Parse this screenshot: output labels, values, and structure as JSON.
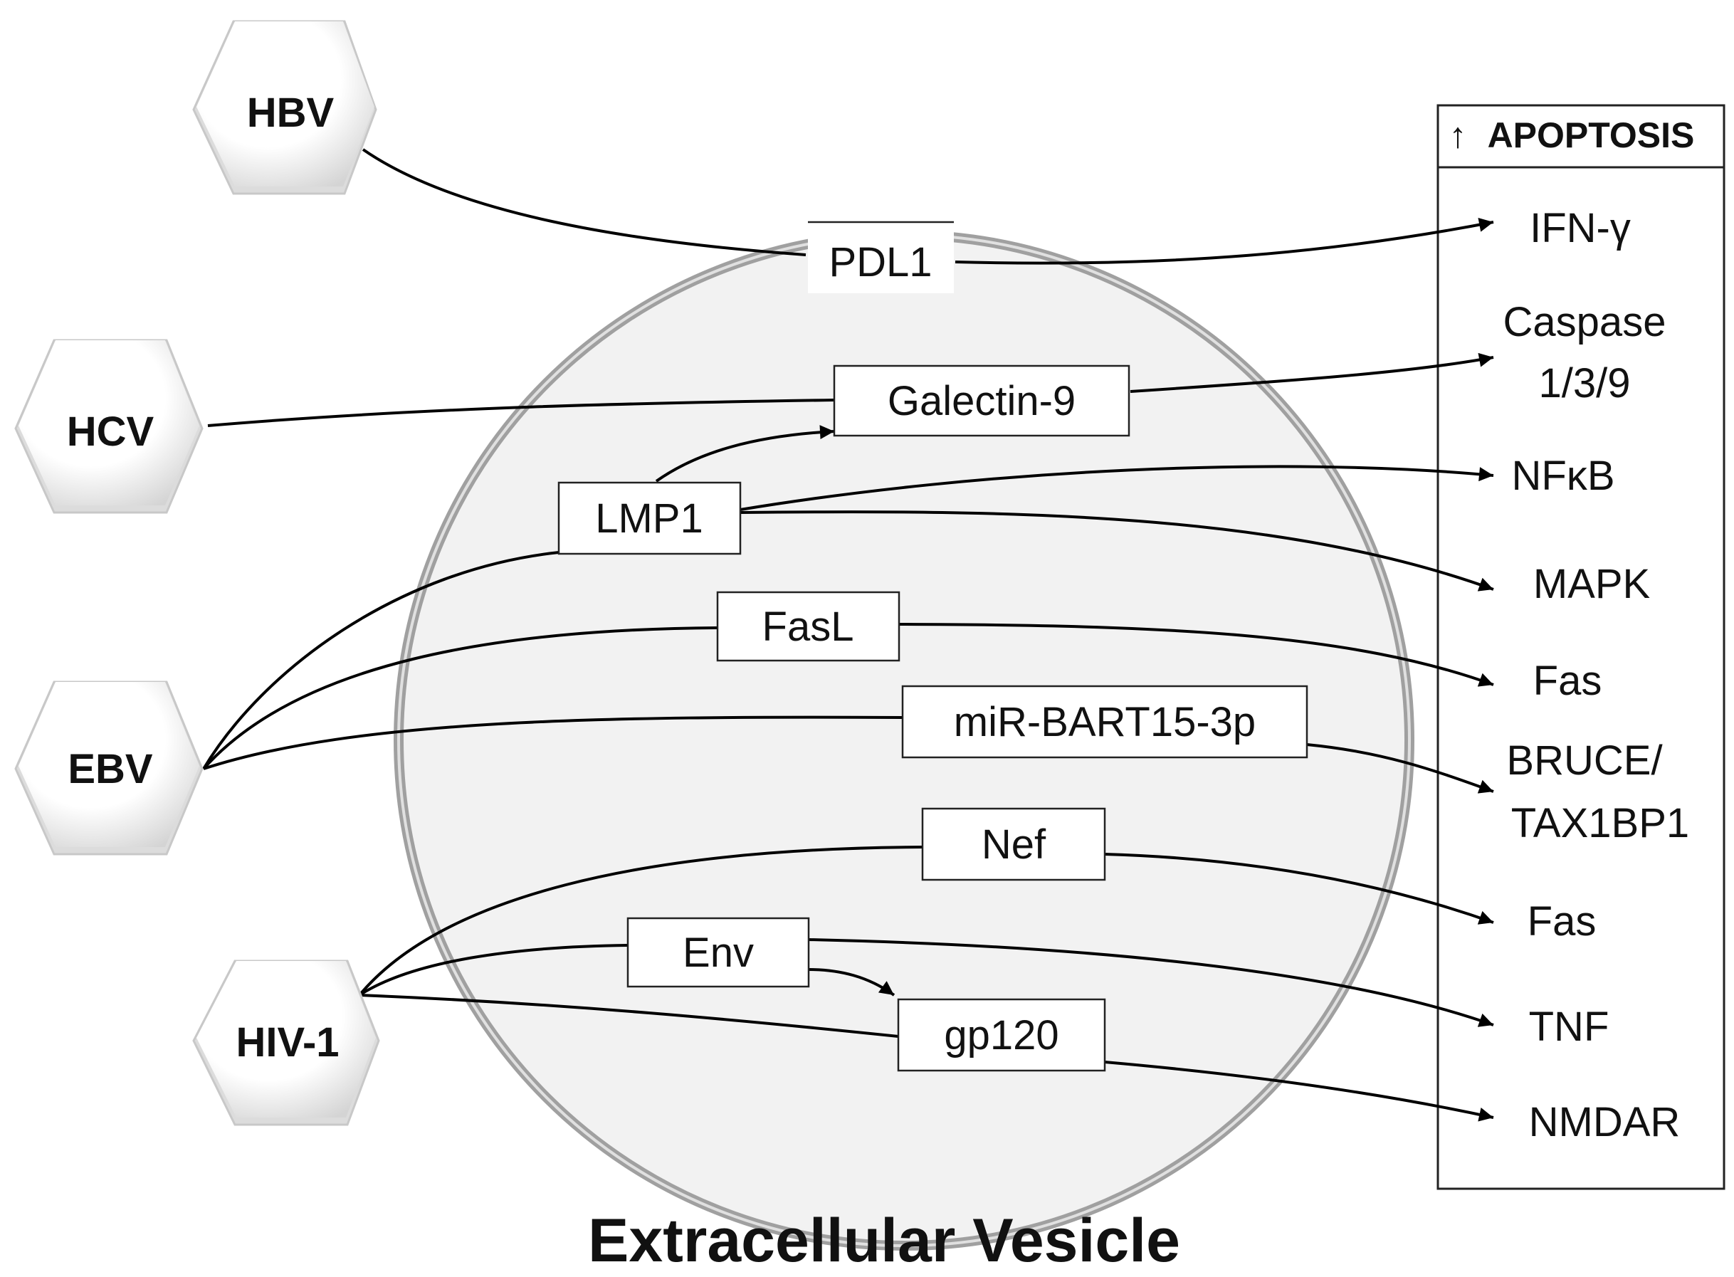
{
  "diagram": {
    "title": "Extracellular Vesicle",
    "panel_header": "APOPTOSIS",
    "panel_header_arrow": "↑",
    "viruses": {
      "hbv": "HBV",
      "hcv": "HCV",
      "ebv": "EBV",
      "hiv": "HIV-1"
    },
    "molecules": {
      "pdl1": "PDL1",
      "galectin9": "Galectin-9",
      "lmp1": "LMP1",
      "fasl": "FasL",
      "mirbart": "miR-BART15-3p",
      "nef": "Nef",
      "env": "Env",
      "gp120": "gp120"
    },
    "targets": {
      "ifng": "IFN-γ",
      "caspase_line1": "Caspase",
      "caspase_line2": "1/3/9",
      "nfkb": "NFκB",
      "mapk": "MAPK",
      "fas_ebv": "Fas",
      "bruce_line1": "BRUCE/",
      "bruce_line2": "TAX1BP1",
      "fas_hiv": "Fas",
      "tnf": "TNF",
      "nmdar": "NMDAR"
    },
    "colors": {
      "vesicle_fill": "#f2f2f2",
      "vesicle_border": "#a8a8a8",
      "hexagon_fill": "#ffffff",
      "hexagon_shade": "#dcdcdc",
      "line": "#000000"
    }
  }
}
